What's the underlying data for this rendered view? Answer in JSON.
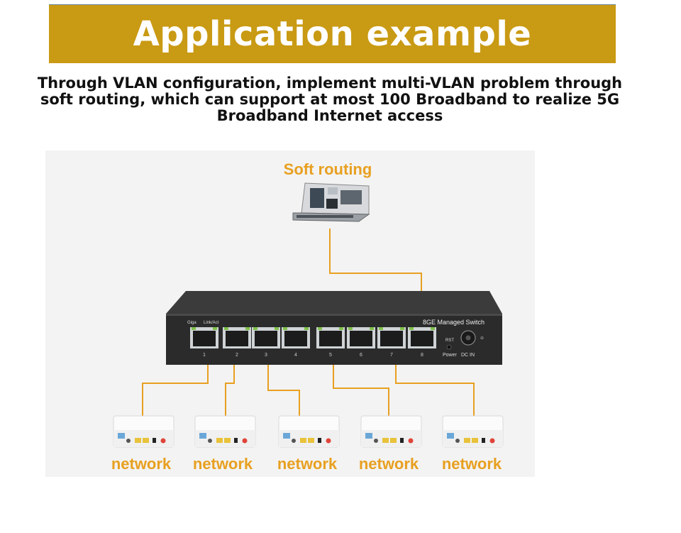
{
  "banner": {
    "title": "Application example",
    "color": "#c99a13"
  },
  "subtitle": {
    "line1": "Through VLAN configuration, implement multi-VLAN problem through",
    "line2": "soft routing, which can support at most 100 Broadband to realize 5G",
    "line3": "Broadband Internet access"
  },
  "router": {
    "label": "Soft routing"
  },
  "switch": {
    "name": "8GE Managed Switch",
    "led_labels": [
      "Giga",
      "Link/Act"
    ],
    "port_numbers": [
      "1",
      "2",
      "3",
      "4",
      "5",
      "6",
      "7",
      "8"
    ],
    "reset_label": "RST",
    "power_label": "Power",
    "dc_label": "DC IN"
  },
  "network_labels": [
    "network",
    "network",
    "network",
    "network",
    "network"
  ],
  "colors": {
    "accent": "#e8a021",
    "wire": "#e8a021",
    "switch_body": "#2b2b2b"
  }
}
